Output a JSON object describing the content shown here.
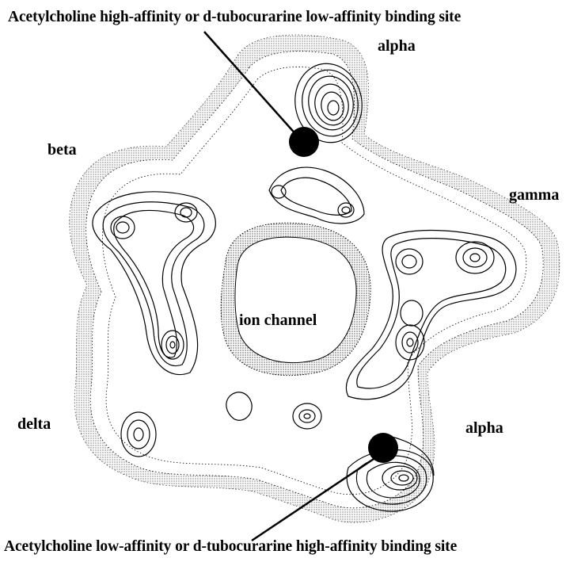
{
  "captions": {
    "top": "Acetylcholine high-affinity or d-tubocurarine low-affinity binding site",
    "bottom": "Acetylcholine low-affinity or d-tubocurarine high-affinity binding site"
  },
  "subunits": {
    "alpha_top": "alpha",
    "beta": "beta",
    "gamma": "gamma",
    "delta": "delta",
    "alpha_bottom": "alpha"
  },
  "center": {
    "ion_channel": "ion channel"
  },
  "colors": {
    "ink": "#000000",
    "background": "#ffffff"
  }
}
